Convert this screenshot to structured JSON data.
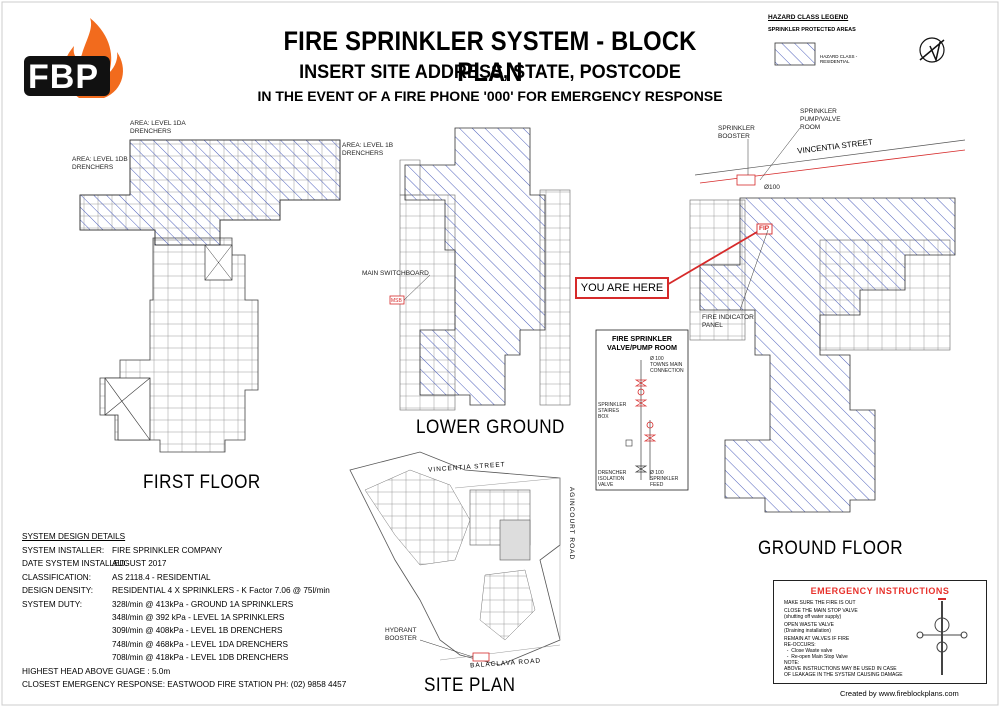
{
  "title": "FIRE SPRINKLER SYSTEM - BLOCK PLAN",
  "subtitle": "INSERT SITE ADDRESS, STATE, POSTCODE",
  "emergency_line": "IN THE EVENT OF A FIRE PHONE '000' FOR EMERGENCY RESPONSE",
  "logo_text": "FBP",
  "legend": {
    "title": "HAZARD CLASS LEGEND",
    "heading": "SPRINKLER PROTECTED AREAS",
    "item": "HAZARD CLASS - RESIDENTIAL"
  },
  "floors": {
    "first": "FIRST FLOOR",
    "lower": "LOWER GROUND",
    "ground": "GROUND FLOOR",
    "site": "SITE PLAN"
  },
  "labels": {
    "area_1da": "AREA: LEVEL 1DA\nDRENCHERS",
    "area_1db": "AREA: LEVEL 1DB\nDRENCHERS",
    "area_1b": "AREA: LEVEL 1B\nDRENCHERS",
    "main_switchboard": "MAIN SWITCHBOARD",
    "msb": "MSB",
    "sprinkler_booster": "SPRINKLER\nBOOSTER",
    "pump_room": "SPRINKLER\nPUMP/VALVE\nROOM",
    "vincentia": "VINCENTIA STREET",
    "dia100": "Ø100",
    "fip": "FIP",
    "fip_panel": "FIRE INDICATOR\nPANEL",
    "you_are_here": "YOU ARE HERE",
    "hydrant_booster": "HYDRANT\nBOOSTER",
    "site_vincentia": "VINCENTIA   STREET",
    "site_agincourt": "AGINCOURT   ROAD",
    "site_balaclava": "BALACLAVA ROAD"
  },
  "pump_room_detail": {
    "title": "FIRE SPRINKLER\nVALVE/PUMP ROOM",
    "towns_main": "Ø 100\nTOWNS MAIN\nCONNECTION",
    "stairs_box": "SPRINKLER\nSTAIRES\nBOX",
    "drencher_valve": "DRENCHER\nISOLATION\nVALVE",
    "sprinkler_feed": "Ø 100\nSPRINKLER\nFEED"
  },
  "details": {
    "heading": "SYSTEM DESIGN DETAILS",
    "rows": [
      {
        "k": "SYSTEM INSTALLER:",
        "v": "FIRE SPRINKLER COMPANY"
      },
      {
        "k": "DATE SYSTEM INSTALLED:",
        "v": "AUGUST 2017"
      },
      {
        "k": "CLASSIFICATION:",
        "v": "AS 2118.4 - RESIDENTIAL"
      },
      {
        "k": "DESIGN DENSITY:",
        "v": "RESIDENTIAL 4 X SPRINKLERS - K Factor 7.06 @ 75l/min"
      },
      {
        "k": "SYSTEM DUTY:",
        "v": "328l/min @ 413kPa - GROUND 1A SPRINKLERS"
      },
      {
        "k": "",
        "v": "348l/min @ 392 kPa - LEVEL 1A SPRINKLERS"
      },
      {
        "k": "",
        "v": "309l/min @ 408kPa - LEVEL 1B DRENCHERS"
      },
      {
        "k": "",
        "v": "748l/min @ 468kPa - LEVEL 1DA DRENCHERS"
      },
      {
        "k": "",
        "v": "708l/min @ 418kPa - LEVEL 1DB DRENCHERS"
      }
    ],
    "head_height": "HIGHEST HEAD ABOVE GUAGE :  5.0m",
    "closest": "CLOSEST EMERGENCY RESPONSE:     EASTWOOD FIRE STATION   PH: (02) 9858 4457"
  },
  "emergency": {
    "title": "EMERGENCY INSTRUCTIONS",
    "lines": [
      "MAKE SURE THE FIRE IS OUT",
      "CLOSE THE MAIN STOP VALVE\n(shutting off water supply)",
      "OPEN WASTE VALVE\n(Draining installation)",
      "REMAIN AT VALVES IF FIRE\nRE-OCCURS:\n  -  Close Waste valve\n  -  Re-open Main Stop Valve",
      "NOTE:\nABOVE INSTRUCTIONS MAY BE USED IN CASE\nOF LEAKAGE IN THE SYSTEM CAUSING DAMAGE"
    ]
  },
  "credit": "Created by www.fireblockplans.com",
  "colors": {
    "hatch": "#3b4fb5",
    "red": "#d62a2a",
    "logo_orange": "#f26b1d"
  }
}
